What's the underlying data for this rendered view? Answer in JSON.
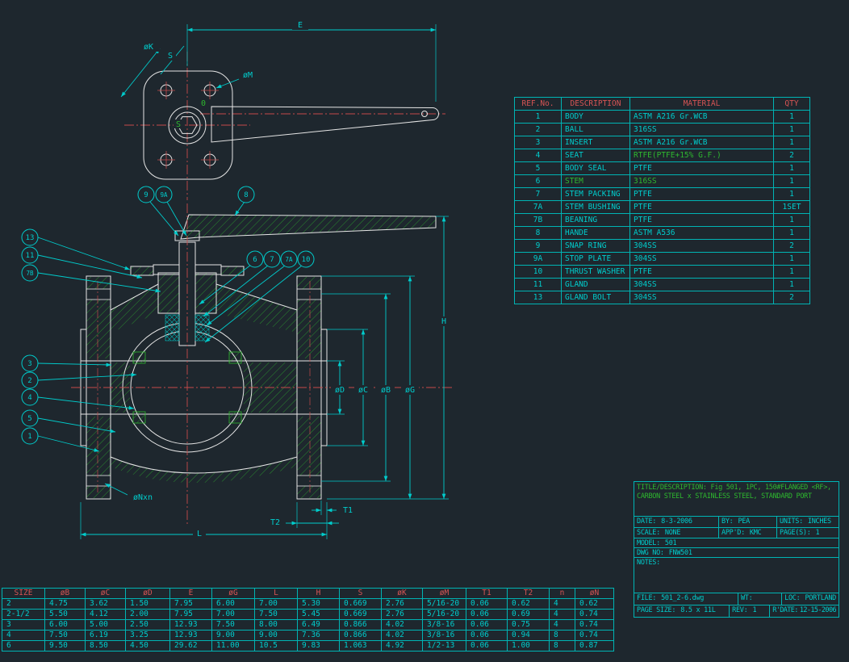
{
  "colors": {
    "background": "#1e272e",
    "line_white": "#e6e6e6",
    "dimension_cyan": "#00cccc",
    "centerline_red": "#c64a4a",
    "hatch_green": "#2eb82e",
    "header_red": "#d75454"
  },
  "parts_table": {
    "headers": [
      "REF.No.",
      "DESCRIPTION",
      "MATERIAL",
      "QTY"
    ],
    "rows": [
      [
        "1",
        "BODY",
        "ASTM A216 Gr.WCB",
        "1"
      ],
      [
        "2",
        "BALL",
        "316SS",
        "1"
      ],
      [
        "3",
        "INSERT",
        "ASTM A216 Gr.WCB",
        "1"
      ],
      [
        "4",
        "SEAT",
        "RTFE(PTFE+15% G.F.)",
        "2"
      ],
      [
        "5",
        "BODY SEAL",
        "PTFE",
        "1"
      ],
      [
        "6",
        "STEM",
        "316SS",
        "1"
      ],
      [
        "7",
        "STEM PACKING",
        "PTFE",
        "1"
      ],
      [
        "7A",
        "STEM BUSHING",
        "PTFE",
        "1SET"
      ],
      [
        "7B",
        "BEANING",
        "PTFE",
        "1"
      ],
      [
        "8",
        "HANDE",
        "ASTM A536",
        "1"
      ],
      [
        "9",
        "SNAP RING",
        "304SS",
        "2"
      ],
      [
        "9A",
        "STOP PLATE",
        "304SS",
        "1"
      ],
      [
        "10",
        "THRUST WASHER",
        "PTFE",
        "1"
      ],
      [
        "11",
        "GLAND",
        "304SS",
        "1"
      ],
      [
        "13",
        "GLAND BOLT",
        "304SS",
        "2"
      ]
    ],
    "green_cells": [
      [
        3,
        2
      ],
      [
        5,
        1
      ],
      [
        5,
        2
      ]
    ]
  },
  "dim_table": {
    "headers": [
      "SIZE",
      "øB",
      "øC",
      "øD",
      "E",
      "øG",
      "L",
      "H",
      "S",
      "øK",
      "øM",
      "T1",
      "T2",
      "n",
      "øN"
    ],
    "rows": [
      [
        "2",
        "4.75",
        "3.62",
        "1.50",
        "7.95",
        "6.00",
        "7.00",
        "5.30",
        "0.669",
        "2.76",
        "5/16-20",
        "0.06",
        "0.62",
        "4",
        "0.62"
      ],
      [
        "2-1/2",
        "5.50",
        "4.12",
        "2.00",
        "7.95",
        "7.00",
        "7.50",
        "5.45",
        "0.669",
        "2.76",
        "5/16-20",
        "0.06",
        "0.69",
        "4",
        "0.74"
      ],
      [
        "3",
        "6.00",
        "5.00",
        "2.50",
        "12.93",
        "7.50",
        "8.00",
        "6.49",
        "0.866",
        "4.02",
        "3/8-16",
        "0.06",
        "0.75",
        "4",
        "0.74"
      ],
      [
        "4",
        "7.50",
        "6.19",
        "3.25",
        "12.93",
        "9.00",
        "9.00",
        "7.36",
        "0.866",
        "4.02",
        "3/8-16",
        "0.06",
        "0.94",
        "8",
        "0.74"
      ],
      [
        "6",
        "9.50",
        "8.50",
        "4.50",
        "29.62",
        "11.00",
        "10.5",
        "9.83",
        "1.063",
        "4.92",
        "1/2-13",
        "0.06",
        "1.00",
        "8",
        "0.87"
      ]
    ]
  },
  "title_block": {
    "line1": "TITLE/DESCRIPTION: Fig 501, 1PC, 150#FLANGED <RF>,",
    "line2": "CARBON STEEL x STAINLESS STEEL, STANDARD PORT",
    "date_label": "DATE:",
    "date": "8-3-2006",
    "by_label": "BY:",
    "by": "PEA",
    "units_label": "UNITS:",
    "units": "INCHES",
    "scale_label": "SCALE:",
    "scale": "NONE",
    "appd_label": "APP'D:",
    "appd": "KMC",
    "pages_label": "PAGE(S):",
    "pages": "1",
    "model_label": "MODEL:",
    "model": "501",
    "dwgno_label": "DWG NO:",
    "dwgno": "FNW501",
    "notes_label": "NOTES:",
    "file_label": "FILE:",
    "file": "501_2-6.dwg",
    "wt_label": "WT:",
    "wt": "",
    "loc_label": "LOC:",
    "loc": "PORTLAND",
    "pagesize_label": "PAGE SIZE:",
    "pagesize": "8.5 x 11L",
    "rev_label": "REV:",
    "rev": "1",
    "rdate_label": "R'DATE:",
    "rdate": "12-15-2006"
  },
  "drawing": {
    "dim_labels": {
      "E": "E",
      "K": "øK",
      "S": "S",
      "M": "øM",
      "zero": "0",
      "S2": "S",
      "H": "H",
      "D": "øD",
      "C": "øC",
      "B": "øB",
      "G": "øG",
      "T1": "T1",
      "T2": "T2",
      "L": "L",
      "Nxn": "øNxn"
    },
    "balloons": {
      "b1": "1",
      "b2": "2",
      "b3": "3",
      "b4": "4",
      "b5": "5",
      "b6": "6",
      "b7": "7",
      "b7a": "7A",
      "b7b": "7B",
      "b8": "8",
      "b9": "9",
      "b9a": "9A",
      "b10": "10",
      "b11": "11",
      "b13": "13"
    }
  }
}
